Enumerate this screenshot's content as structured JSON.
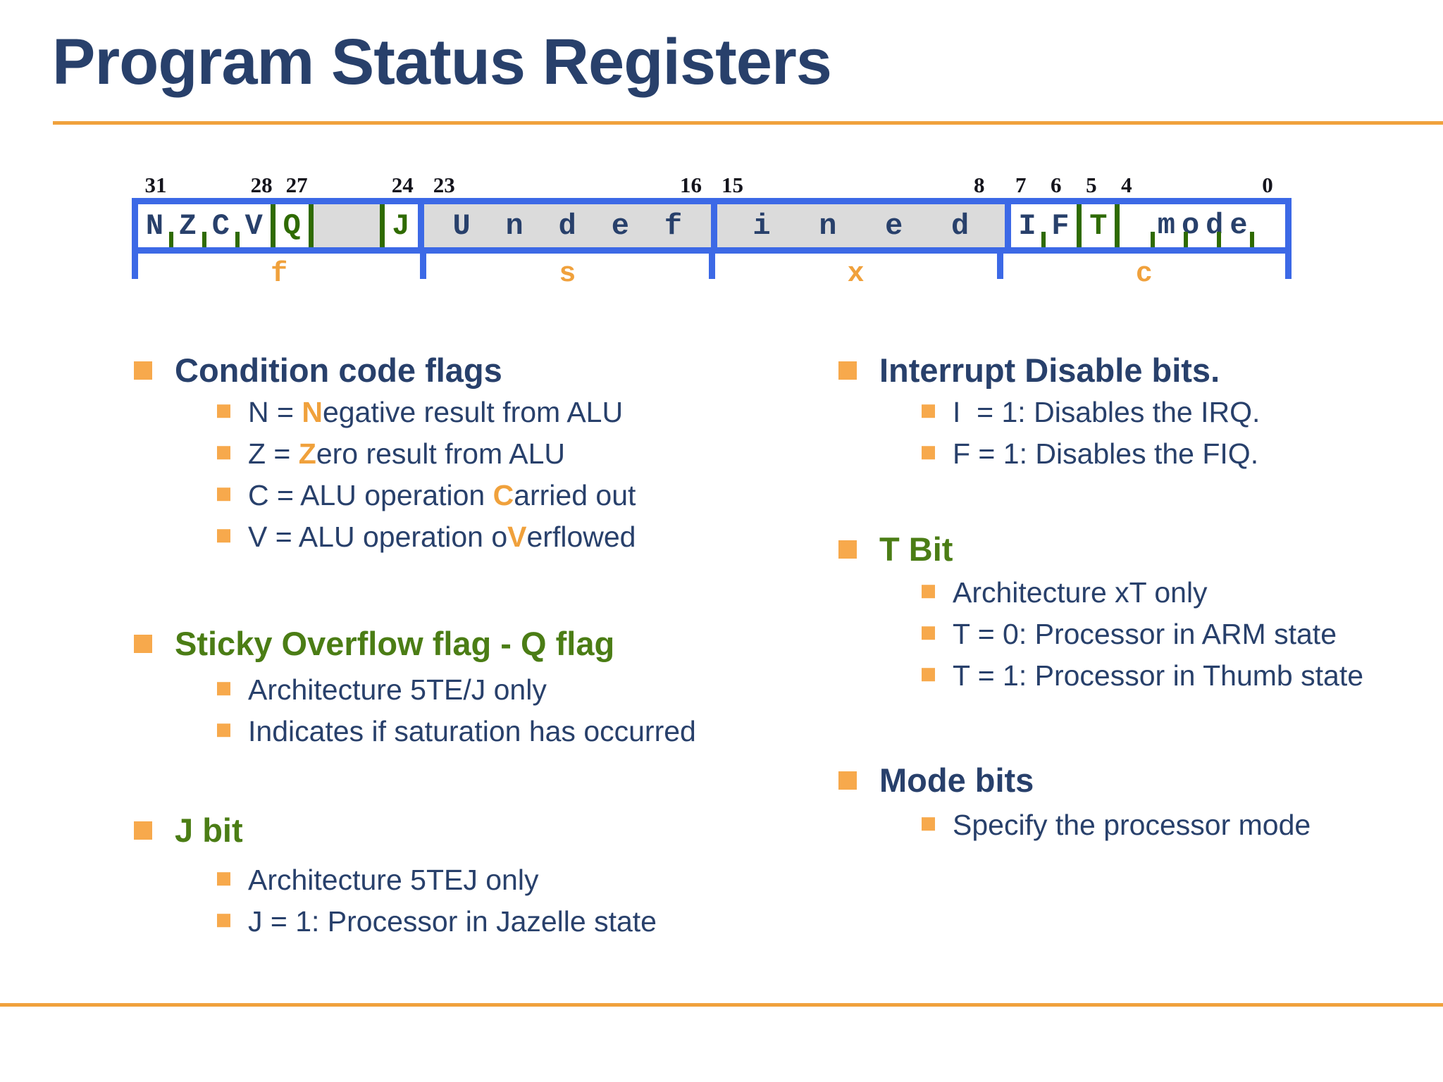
{
  "title": "Program Status Registers",
  "colors": {
    "navy_text": "#28406B",
    "orange_accent": "#F0A13C",
    "green_heading": "#4B7D15",
    "green_register": "#2F6B00",
    "blue_register": "#3C69E6",
    "gray_undefined": "#DBDBDB"
  },
  "register": {
    "bit_labels": [
      "31",
      "28",
      "27",
      "24",
      "23",
      "16",
      "15",
      "8",
      "7",
      "6",
      "5",
      "4",
      "0"
    ],
    "nzcv": [
      "N",
      "Z",
      "C",
      "V"
    ],
    "q": "Q",
    "j": "J",
    "undef_hi": [
      "U",
      "n",
      "d",
      "e",
      "f"
    ],
    "undef_lo": [
      "i",
      "n",
      "e",
      "d"
    ],
    "i": "I",
    "f": "F",
    "t": "T",
    "mode": "mode",
    "fields": [
      "f",
      "s",
      "x",
      "c"
    ]
  },
  "left": {
    "s1": {
      "heading": "Condition code flags",
      "items": [
        {
          "pre": "N = ",
          "em": "N",
          "post": "egative result from ALU"
        },
        {
          "pre": "Z = ",
          "em": "Z",
          "post": "ero result from ALU"
        },
        {
          "pre": "C = ALU operation ",
          "em": "C",
          "post": "arried out"
        },
        {
          "pre": "V = ALU operation o",
          "em": "V",
          "post": "erflowed"
        }
      ]
    },
    "s2": {
      "heading": "Sticky Overflow flag - Q flag",
      "items": [
        "Architecture 5TE/J only",
        "Indicates if saturation has occurred"
      ]
    },
    "s3": {
      "heading": "J bit",
      "items": [
        "Architecture 5TEJ only",
        "J = 1: Processor in Jazelle state"
      ]
    }
  },
  "right": {
    "s1": {
      "heading": "Interrupt Disable bits.",
      "items": [
        "I  = 1: Disables the IRQ.",
        "F = 1: Disables the FIQ."
      ]
    },
    "s2": {
      "heading": "T Bit",
      "items": [
        "Architecture xT only",
        "T = 0: Processor in ARM state",
        "T = 1: Processor in Thumb state"
      ]
    },
    "s3": {
      "heading": "Mode bits",
      "items": [
        "Specify the processor mode"
      ]
    }
  }
}
